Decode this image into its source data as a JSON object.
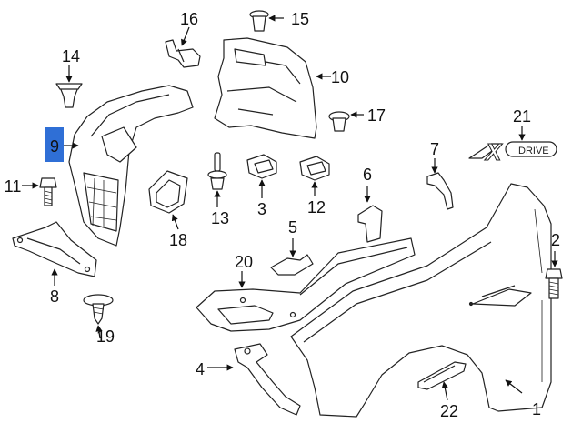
{
  "diagram": {
    "highlight_color": "#2f6fd6",
    "highlighted_callout": "9",
    "callouts": {
      "c1": "1",
      "c2": "2",
      "c3": "3",
      "c4": "4",
      "c5": "5",
      "c6": "6",
      "c7": "7",
      "c8": "8",
      "c9": "9",
      "c10": "10",
      "c11": "11",
      "c12": "12",
      "c13": "13",
      "c14": "14",
      "c15": "15",
      "c16": "16",
      "c17": "17",
      "c18": "18",
      "c19": "19",
      "c20": "20",
      "c21": "21",
      "c22": "22"
    },
    "emblem": {
      "x_letter": "X",
      "word": "DRIVE"
    }
  }
}
